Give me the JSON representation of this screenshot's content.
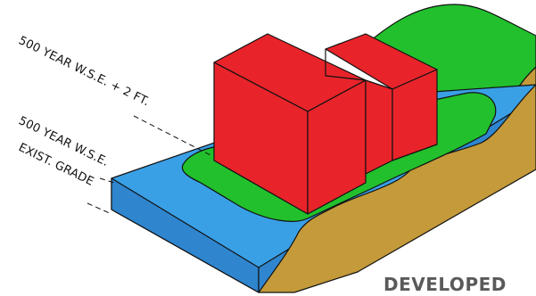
{
  "labels": {
    "wse_plus_2": "500 YEAR W.S.E. + 2 FT.",
    "wse": "500 YEAR W.S.E.",
    "grade": "EXIST. GRADE"
  },
  "title": "DEVELOPED",
  "colors": {
    "water_top": "#3aa0e6",
    "water_side": "#2f86cf",
    "soil": "#c49a3a",
    "grass": "#22c02c",
    "building": "#e8242a",
    "building_dark": "#c41c22",
    "outline": "#111111"
  }
}
